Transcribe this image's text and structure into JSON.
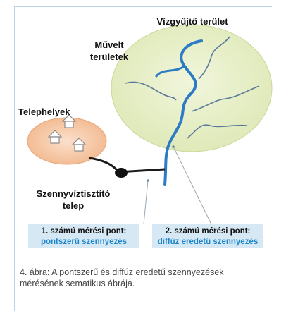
{
  "watershed_title": "Vízgyűjtő terület",
  "cultivated_label": "Művelt\nterületek",
  "sites_label": "Telephelyek",
  "plant_label": "Szennyvíztisztító\ntelep",
  "point1": {
    "heading": "1. számú mérési pont:",
    "detail": "pontszerű szennyezés"
  },
  "point2": {
    "heading": "2. számú mérési pont:",
    "detail": "diffúz eredetű szennyezés"
  },
  "caption": "4. ábra: A pontszerű és diffúz eredetű szennyezések mérésének sematikus ábrája.",
  "colors": {
    "watershed_fill": "#e6efc4",
    "sites_fill": "#f6c9a8",
    "river": "#2b7cc4",
    "label_box": "#d7e8f5",
    "accent_text": "#1a86c9"
  },
  "icons": [
    "house-icon",
    "plant-node-icon",
    "river-icon"
  ]
}
